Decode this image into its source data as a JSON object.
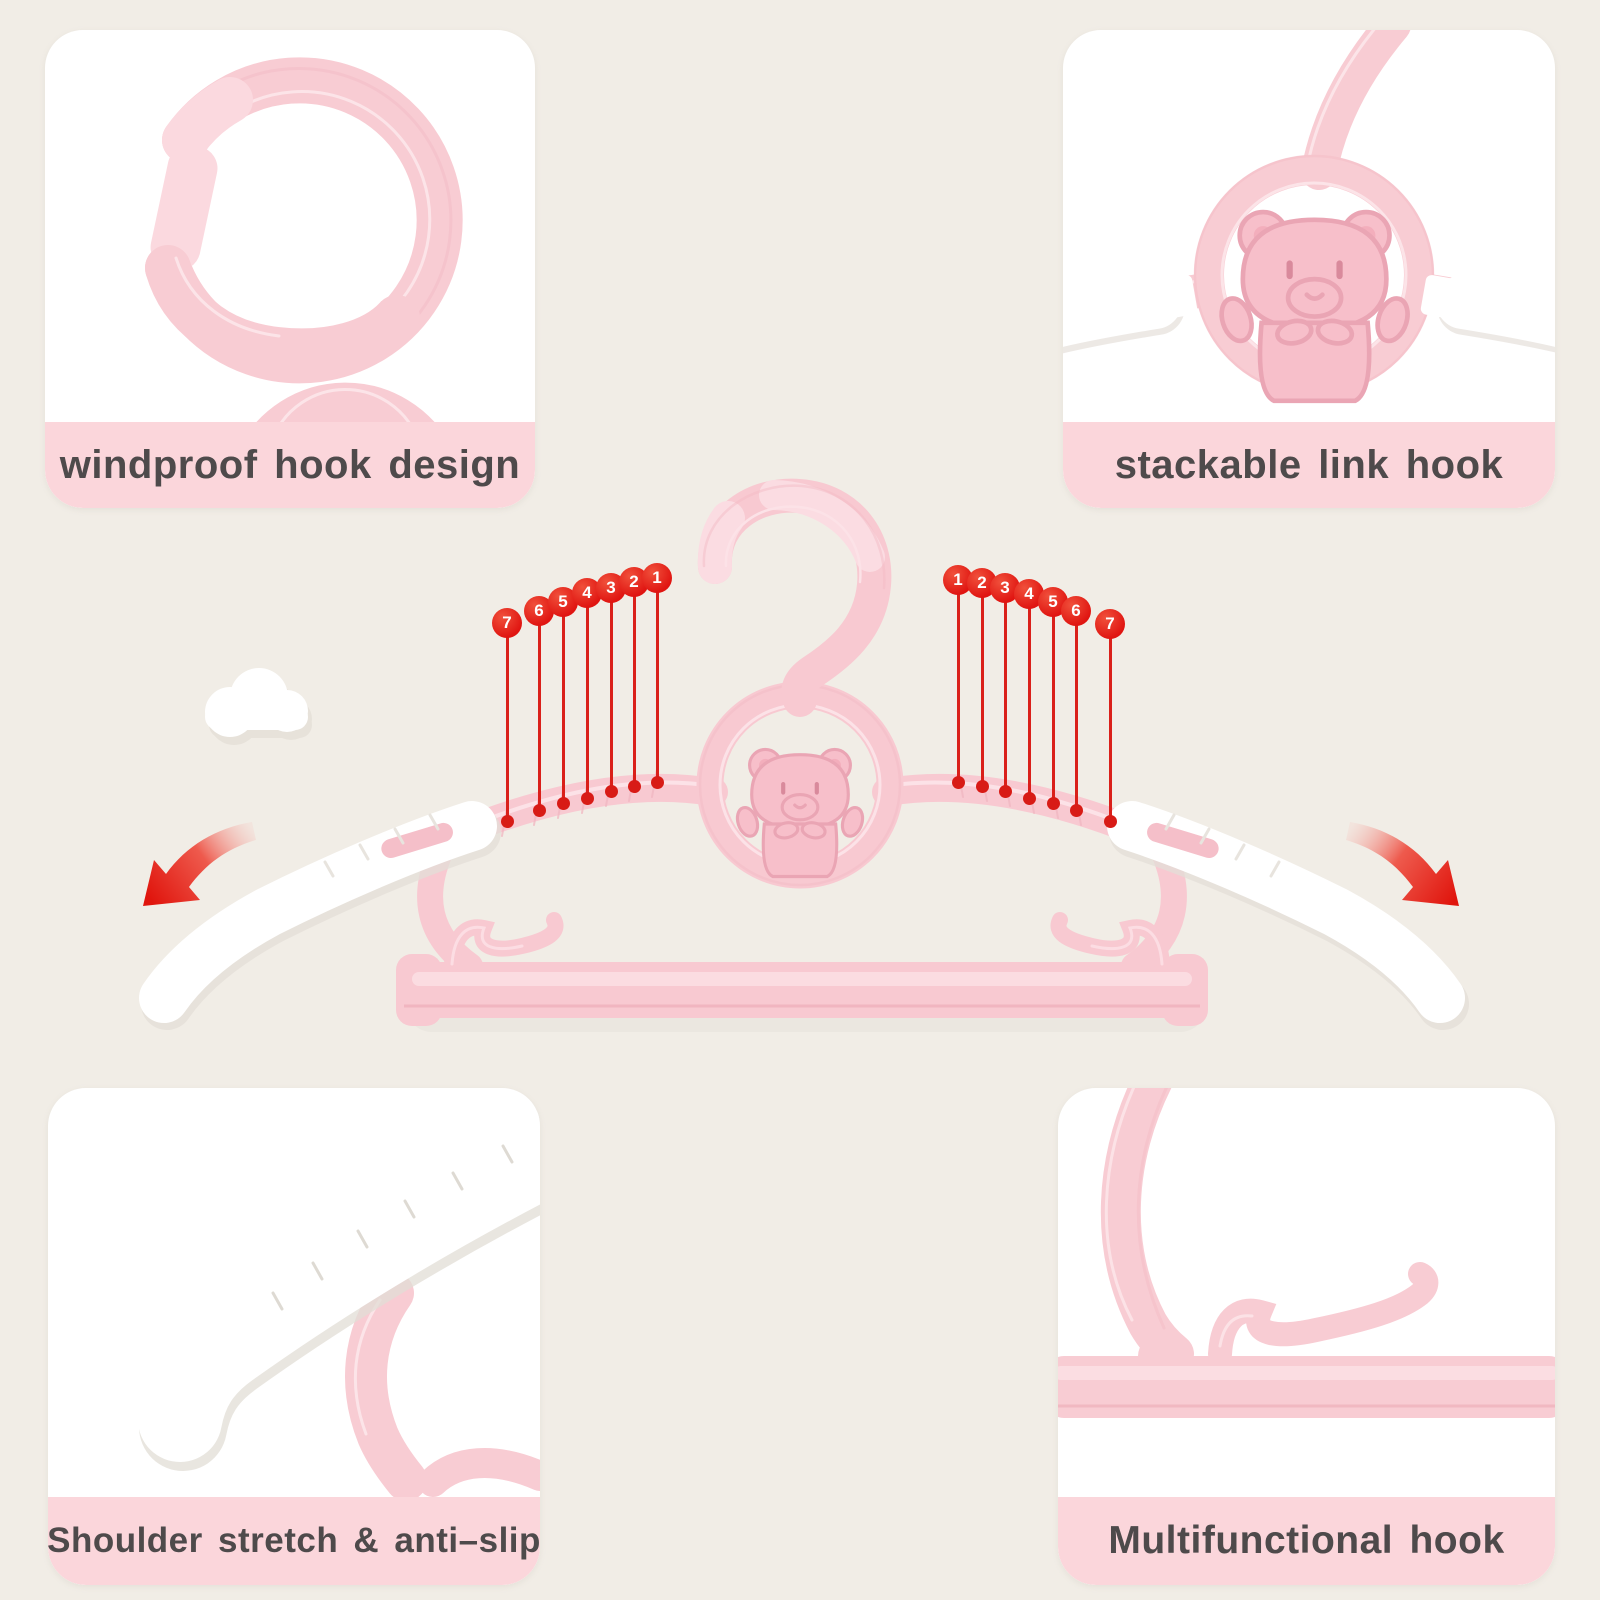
{
  "cards": {
    "top_left": {
      "label": "windproof hook design"
    },
    "top_right": {
      "label": "stackable link hook"
    },
    "bottom_left": {
      "label": "Shoulder stretch & anti–slip"
    },
    "bottom_right": {
      "label": "Multifunctional hook"
    }
  },
  "markers": {
    "left": [
      "7",
      "6",
      "5",
      "4",
      "3",
      "2",
      "1"
    ],
    "right": [
      "1",
      "2",
      "3",
      "4",
      "5",
      "6",
      "7"
    ]
  },
  "colors": {
    "background": "#f1ede6",
    "card_bg": "#ffffff",
    "label_band": "#fbd6db",
    "label_text": "#4e4a4b",
    "hanger_pink": "#f8c9d1",
    "hanger_highlight": "#fbdce1",
    "bear_pink": "#f7bfca",
    "marker_red": "#e01511",
    "arrow_red": "#e0150d",
    "sleeve_white": "#ffffff"
  },
  "icons": {
    "cloud": "cloud-icon",
    "left_arrow": "curved-arrow-down-left-icon",
    "right_arrow": "curved-arrow-down-right-icon",
    "bear": "bear-face-icon"
  }
}
